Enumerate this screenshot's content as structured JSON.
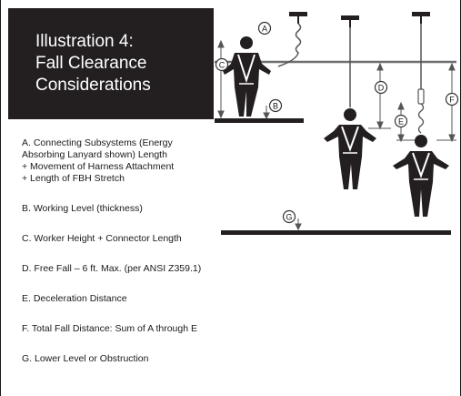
{
  "title_lines": [
    "Illustration 4:",
    "Fall Clearance",
    "Considerations"
  ],
  "legend": [
    {
      "lines": [
        "A. Connecting Subsystems (Energy",
        "Absorbing Lanyard shown) Length",
        "+ Movement of Harness Attachment",
        "+ Length of FBH Stretch"
      ]
    },
    {
      "lines": [
        "B. Working Level (thickness)"
      ]
    },
    {
      "lines": [
        "C. Worker Height + Connector Length"
      ]
    },
    {
      "lines": [
        "D. Free Fall – 6 ft. Max. (per ANSI Z359.1)"
      ]
    },
    {
      "lines": [
        "E. Deceleration Distance"
      ]
    },
    {
      "lines": [
        "F. Total Fall Distance: Sum of A through E"
      ]
    },
    {
      "lines": [
        "G. Lower Level or Obstruction"
      ]
    }
  ],
  "markers": {
    "a": "A",
    "b": "B",
    "c": "C",
    "d": "D",
    "e": "E",
    "f": "F",
    "g": "G"
  },
  "colors": {
    "title_bg": "#231f20",
    "ink": "#1a1a1a",
    "beam": "#6d6e71",
    "marker_ring": "#333333"
  }
}
